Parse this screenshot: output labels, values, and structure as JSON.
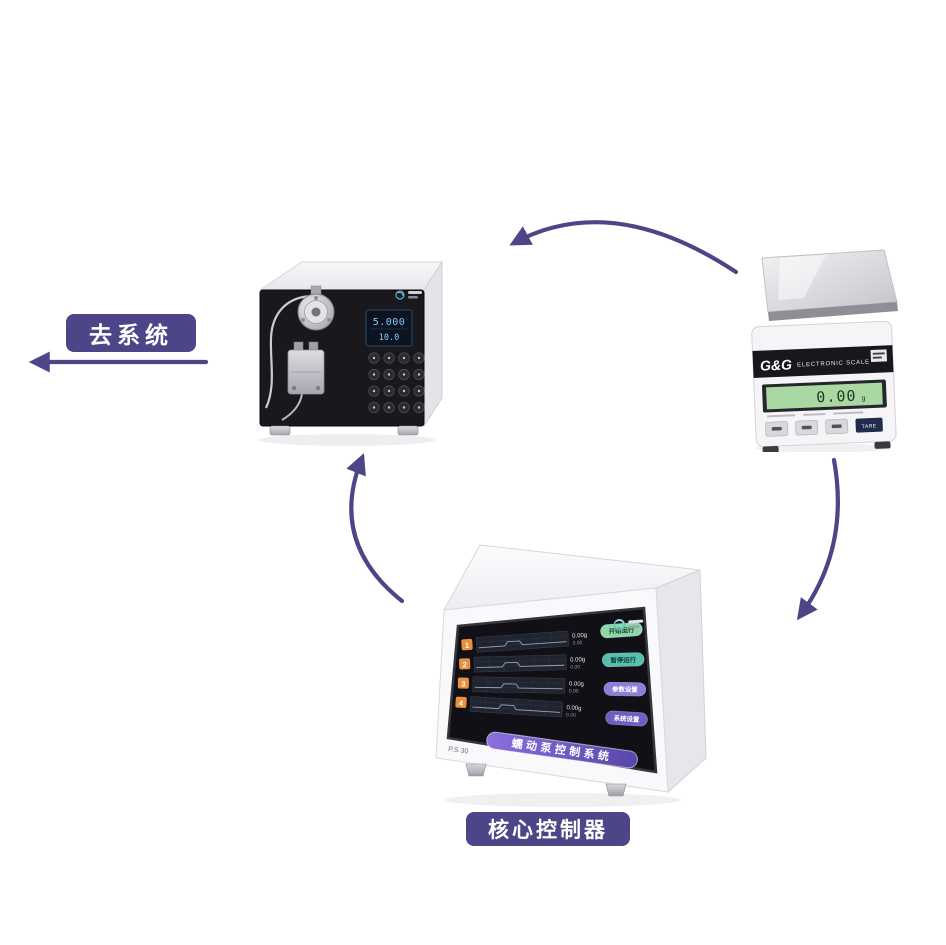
{
  "diagram": {
    "labels": {
      "to_system": "去系统",
      "core_controller": "核心控制器"
    },
    "accent_color": "#4c4688",
    "arrow_color": "#4c4688",
    "arrows": [
      "scale-to-pump",
      "controller-to-pump",
      "scale-to-controller",
      "pump-to-system"
    ]
  },
  "pump": {
    "display_line1": "5.000",
    "display_line2": "10.0"
  },
  "scale": {
    "brand": "G&G",
    "brand_subtitle": "ELECTRONIC SCALE",
    "display_value": "0.00",
    "display_unit": "g",
    "buttons": [
      {
        "icon": "power-icon"
      },
      {
        "icon": "unit-icon"
      },
      {
        "icon": "cal-icon"
      },
      {
        "icon": "tare-button",
        "label": "TARE"
      }
    ]
  },
  "controller": {
    "model": "P.S 30",
    "screen_banner": "蠕动泵控制系统",
    "channels": [
      {
        "id": "1",
        "value1": "0.00g",
        "value2": "0.00"
      },
      {
        "id": "2",
        "value1": "0.00g",
        "value2": "0.00"
      },
      {
        "id": "3",
        "value1": "0.00g",
        "value2": "0.00"
      },
      {
        "id": "4",
        "value1": "0.00g",
        "value2": "0.00"
      }
    ],
    "buttons": [
      {
        "label": "开始运行",
        "color": "#8fd6a8",
        "text_color": "#1d4a33"
      },
      {
        "label": "暂停运行",
        "color": "#58bfae",
        "text_color": "#0f3a36"
      },
      {
        "label": "参数设置",
        "color": "#8e7ed8",
        "text_color": "#ffffff"
      },
      {
        "label": "系统设置",
        "color": "#6f5fc4",
        "text_color": "#ffffff"
      }
    ]
  }
}
